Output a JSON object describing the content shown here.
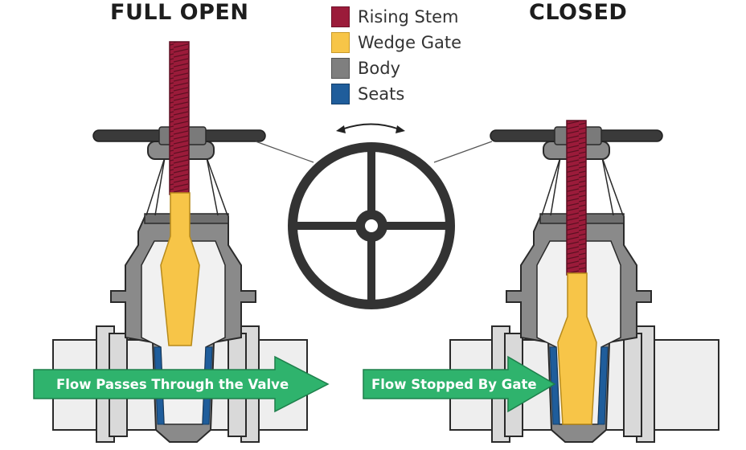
{
  "titles": {
    "open": "FULL OPEN",
    "closed": "CLOSED"
  },
  "legend": [
    {
      "label": "Rising Stem",
      "color": "#9b1b3a"
    },
    {
      "label": "Wedge Gate",
      "color": "#f7c548"
    },
    {
      "label": "Body",
      "color": "#7f7f7f"
    },
    {
      "label": "Seats",
      "color": "#1f5d9b"
    }
  ],
  "flow_labels": {
    "open": "Flow Passes Through the Valve",
    "closed": "Flow Stopped By Gate"
  },
  "colors": {
    "stem": "#9b1b3a",
    "gate": "#f7c548",
    "body": "#8a8a8a",
    "seat": "#1f5d9b",
    "arrow": "#2fb36d",
    "outline": "#2a2a2a"
  }
}
